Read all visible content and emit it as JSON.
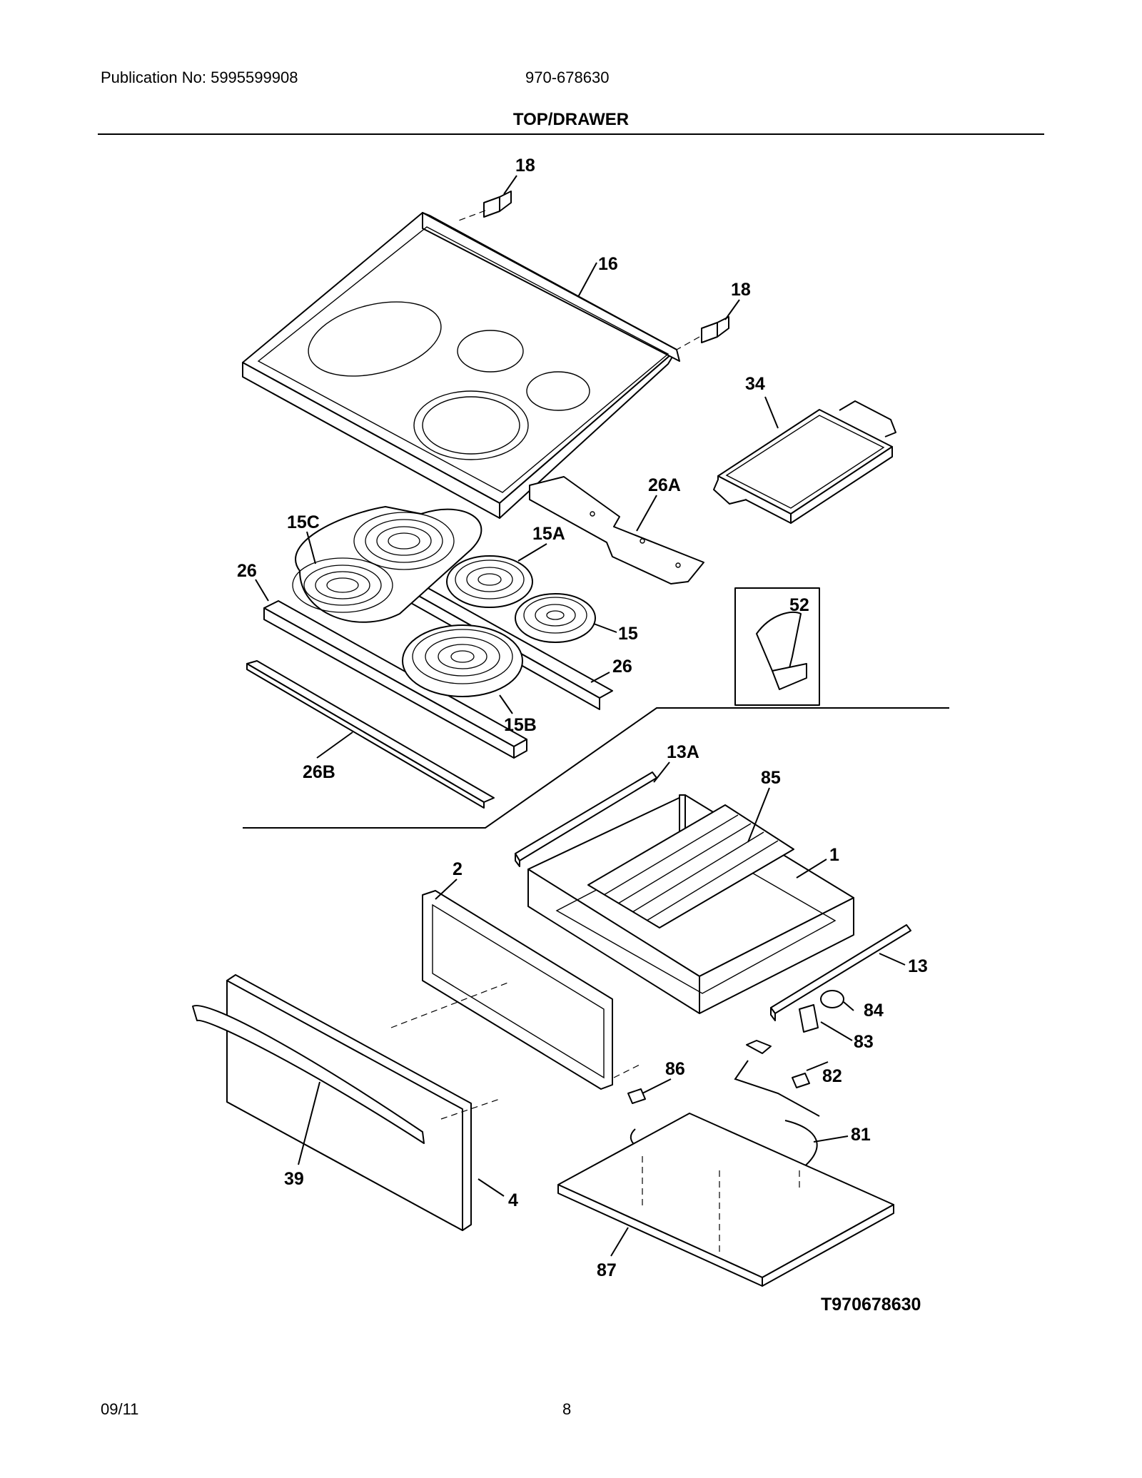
{
  "header": {
    "publication": "Publication No: 5995599908",
    "model": "970-678630",
    "section_title": "TOP/DRAWER"
  },
  "footer": {
    "date": "09/11",
    "page_number": "8"
  },
  "diagram": {
    "id_label": "T970678630",
    "callouts": [
      "18",
      "16",
      "18",
      "34",
      "26A",
      "15C",
      "15A",
      "26",
      "52",
      "15",
      "26",
      "15B",
      "26B",
      "13A",
      "85",
      "1",
      "2",
      "13",
      "84",
      "83",
      "86",
      "82",
      "81",
      "39",
      "4",
      "87"
    ]
  }
}
